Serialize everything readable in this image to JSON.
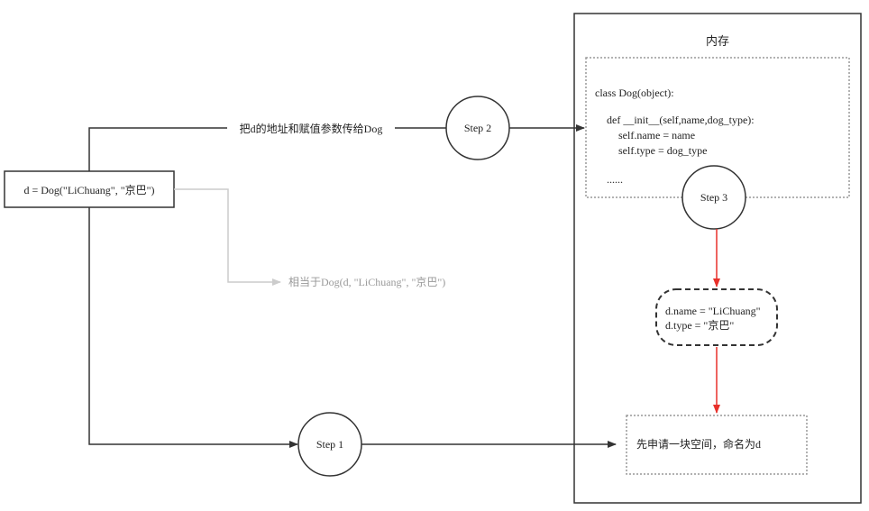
{
  "diagram": {
    "memory_title": "内存",
    "source_expr": "d = Dog(\"LiChuang\", \"京巴\")",
    "edge_label_step2": "把d的地址和赋值参数传给Dog",
    "equivalent_call": "相当于Dog(d, \"LiChuang\", \"京巴\")",
    "steps": {
      "step1": "Step 1",
      "step2": "Step 2",
      "step3": "Step 3"
    },
    "class_code": [
      "class Dog(object):",
      "def __init__(self,name,dog_type):",
      "self.name = name",
      "self.type = dog_type",
      "......"
    ],
    "assignments": [
      "d.name = \"LiChuang\"",
      "d.type = \"京巴\""
    ],
    "allocation_note": "先申请一块空间，命名为d"
  },
  "colors": {
    "line": "#333333",
    "grey_line": "#cccccc",
    "red_arrow": "#e8302a",
    "dotted_border": "#999999"
  }
}
